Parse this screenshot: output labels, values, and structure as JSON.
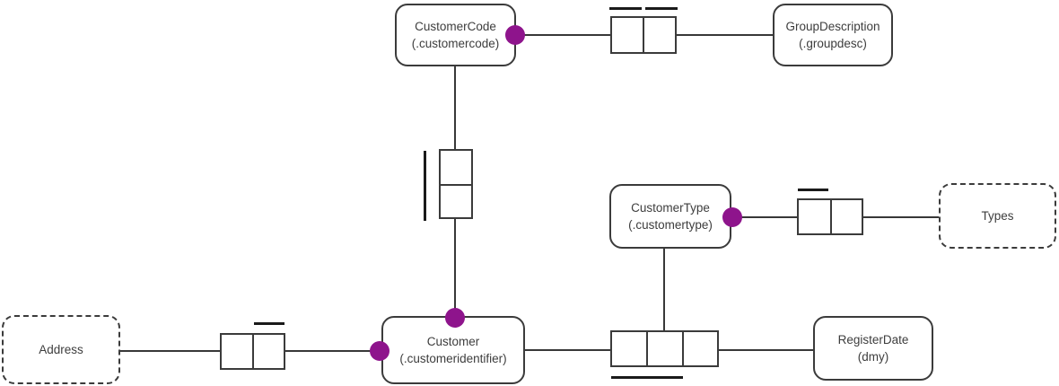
{
  "diagram": {
    "nodes": {
      "customer_code": {
        "label": "CustomerCode",
        "sublabel": "(.customercode)"
      },
      "group_description": {
        "label": "GroupDescription",
        "sublabel": "(.groupdesc)"
      },
      "customer_type": {
        "label": "CustomerType",
        "sublabel": "(.customertype)"
      },
      "types": {
        "label": "Types"
      },
      "address": {
        "label": "Address"
      },
      "customer": {
        "label": "Customer",
        "sublabel": "(.customeridentifier)"
      },
      "register_date": {
        "label": "RegisterDate",
        "sublabel": "(dmy)"
      }
    },
    "colors": {
      "endpoint_dot": "#8E148C",
      "line": "#383838",
      "node_border": "#3b3b3b",
      "node_text": "#3d3d3d",
      "tick": "#1a1a1a",
      "background": "#ffffff"
    }
  }
}
